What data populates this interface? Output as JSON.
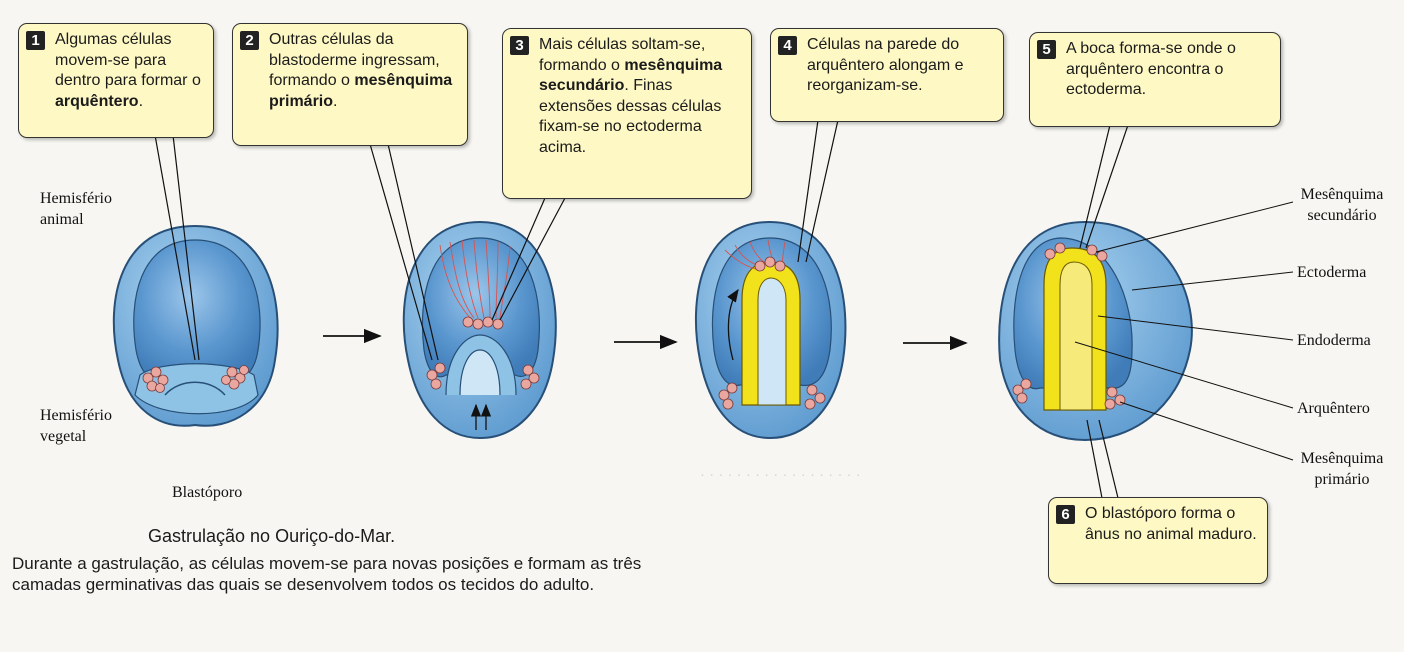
{
  "steps": [
    {
      "num": "1",
      "parts": [
        "Algumas células movem-se para dentro para formar o ",
        "arquêntero",
        "."
      ]
    },
    {
      "num": "2",
      "parts": [
        "Outras células da blastoderme ingressam, formando o ",
        "mesênquima primário",
        "."
      ]
    },
    {
      "num": "3",
      "parts": [
        "Mais células soltam-se, formando o ",
        "mesênquima secundário",
        ". Finas extensões dessas células fixam-se no ectoderma acima."
      ]
    },
    {
      "num": "4",
      "parts": [
        "Células na parede do arquêntero alongam e reorganizam-se.",
        "",
        ""
      ]
    },
    {
      "num": "5",
      "parts": [
        "A boca forma-se onde o arquêntero encontra o ectoderma.",
        "",
        ""
      ]
    },
    {
      "num": "6",
      "parts": [
        "O blastóporo forma o ânus no animal maduro.",
        "",
        ""
      ]
    }
  ],
  "labels": {
    "animal_hemisphere": "Hemisfério animal",
    "vegetal_hemisphere": "Hemisfério vegetal",
    "blastopore": "Blastóporo",
    "secondary_mesenchyme": "Mesênquima secundário",
    "ectoderm": "Ectoderma",
    "endoderm": "Endoderma",
    "archenteron": "Arquêntero",
    "primary_mesenchyme": "Mesênquima primário"
  },
  "title": "Gastrulação no Ouriço-do-Mar.",
  "caption": "Durante a gastrulação, as células movem-se para novas posições e formam as três camadas germinativas das quais se desenvolvem todos os tecidos do adulto.",
  "colors": {
    "cell_blue": "#8fc3e6",
    "cavity_blue": "#4f8fc8",
    "yolk_yellow": "#f2e21c",
    "mesenchyme_pink": "#e9a7a0",
    "callout_yellow": "#fdf8c4"
  }
}
